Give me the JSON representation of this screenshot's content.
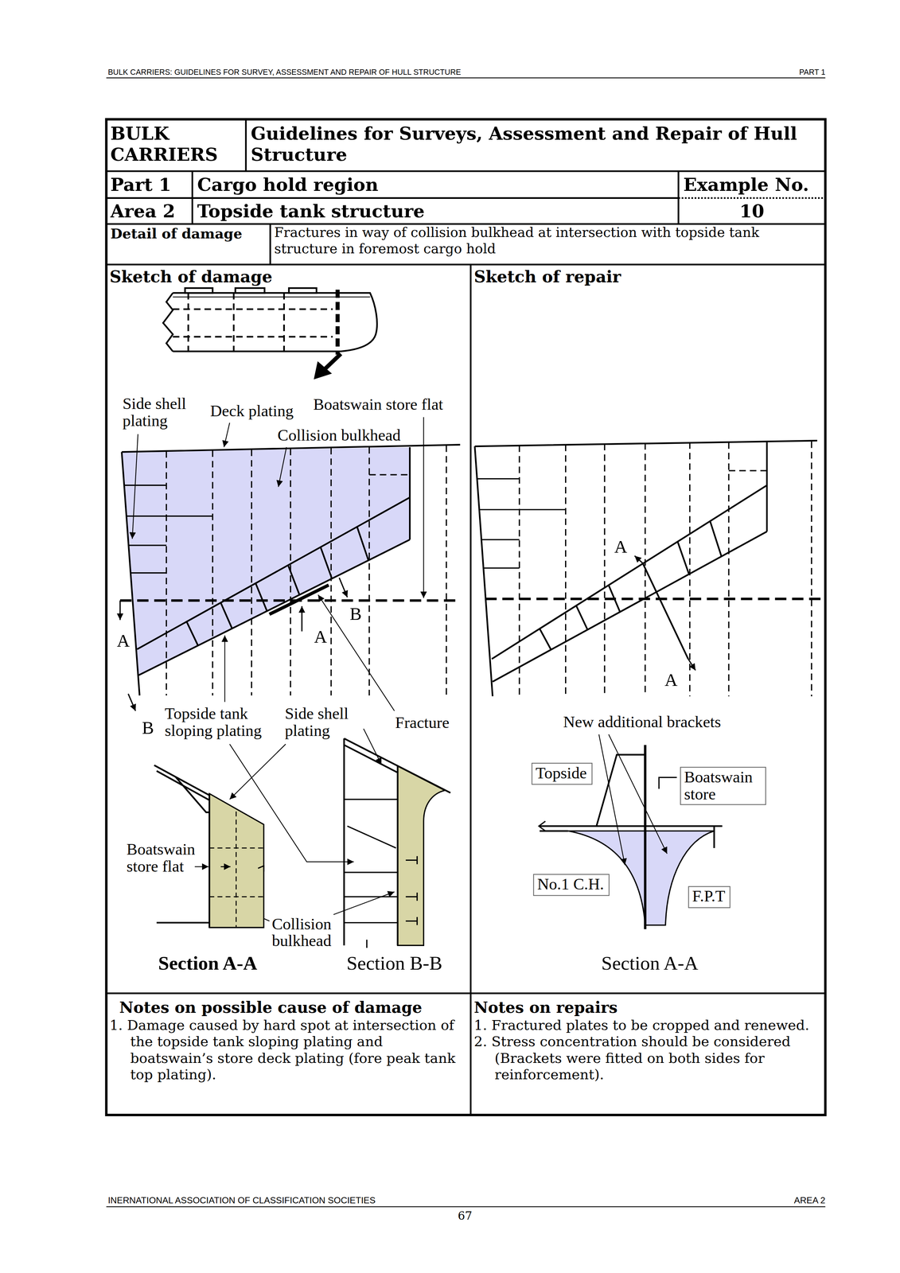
{
  "diagram": {
    "nodes": [
      {
        "text": [
          "BULK CARRIERS"
        ]
      },
      {
        "text": [
          "Guidelines for Surveys, Assessment and Repair of Hull Structure"
        ]
      },
      {
        "text": [
          "Part 1"
        ]
      },
      {
        "text": [
          "Cargo hold region"
        ]
      },
      {
        "text": [
          "Example No."
        ]
      },
      {
        "text": [
          "Area 2"
        ]
      },
      {
        "text": [
          "Topside tank structure"
        ]
      },
      {
        "text": [
          "10"
        ]
      },
      {
        "text": [
          "Detail of damage"
        ]
      },
      {
        "text": [
          "Fractures in way of collision bulkhead at intersection with topside tank structure in foremost cargo hold"
        ]
      },
      {
        "text": [
          "Sketch of damage"
        ]
      },
      {
        "text": [
          "Sketch of repair"
        ]
      },
      {
        "text": [
          "Topside"
        ],
        "in": 11
      },
      {
        "text": [
          "Boatswain store"
        ],
        "in": 11
      },
      {
        "text": [
          "No.1 C.H."
        ],
        "in": 11
      },
      {
        "text": [
          "F.P.T"
        ],
        "in": 11
      },
      {
        "text": [
          "Notes on possible cause of damage",
          "1. Damage caused by hard spot at intersection of the topside tank sloping plating and boatswain’s store deck plating (fore peak tank top plating)."
        ]
      },
      {
        "text": [
          "Notes on repairs",
          "1. Fractured plates to be cropped and renewed.",
          "2. Stress concentration should be considered (Brackets were fitted on both sides for reinforcement)."
        ]
      }
    ],
    "labels": [
      "BULK CARRIERS: GUIDELINES FOR SURVEY, ASSESSMENT AND REPAIR OF HULL STRUCTURE",
      "PART 1",
      "Side shell plating",
      "Deck plating",
      "Boatswain store flat",
      "Collision bulkhead",
      "B",
      "A",
      "A",
      "B",
      "Topside tank sloping plating",
      "Side shell plating",
      "Fracture",
      "Boatswain store flat",
      "Collision bulkhead",
      "Section A-A",
      "Section B-B",
      "A",
      "A",
      "New additional brackets",
      "Section A-A",
      "INERNATIONAL ASSOCIATION OF CLASSIFICATION SOCIETIES",
      "AREA 2",
      "67"
    ]
  }
}
